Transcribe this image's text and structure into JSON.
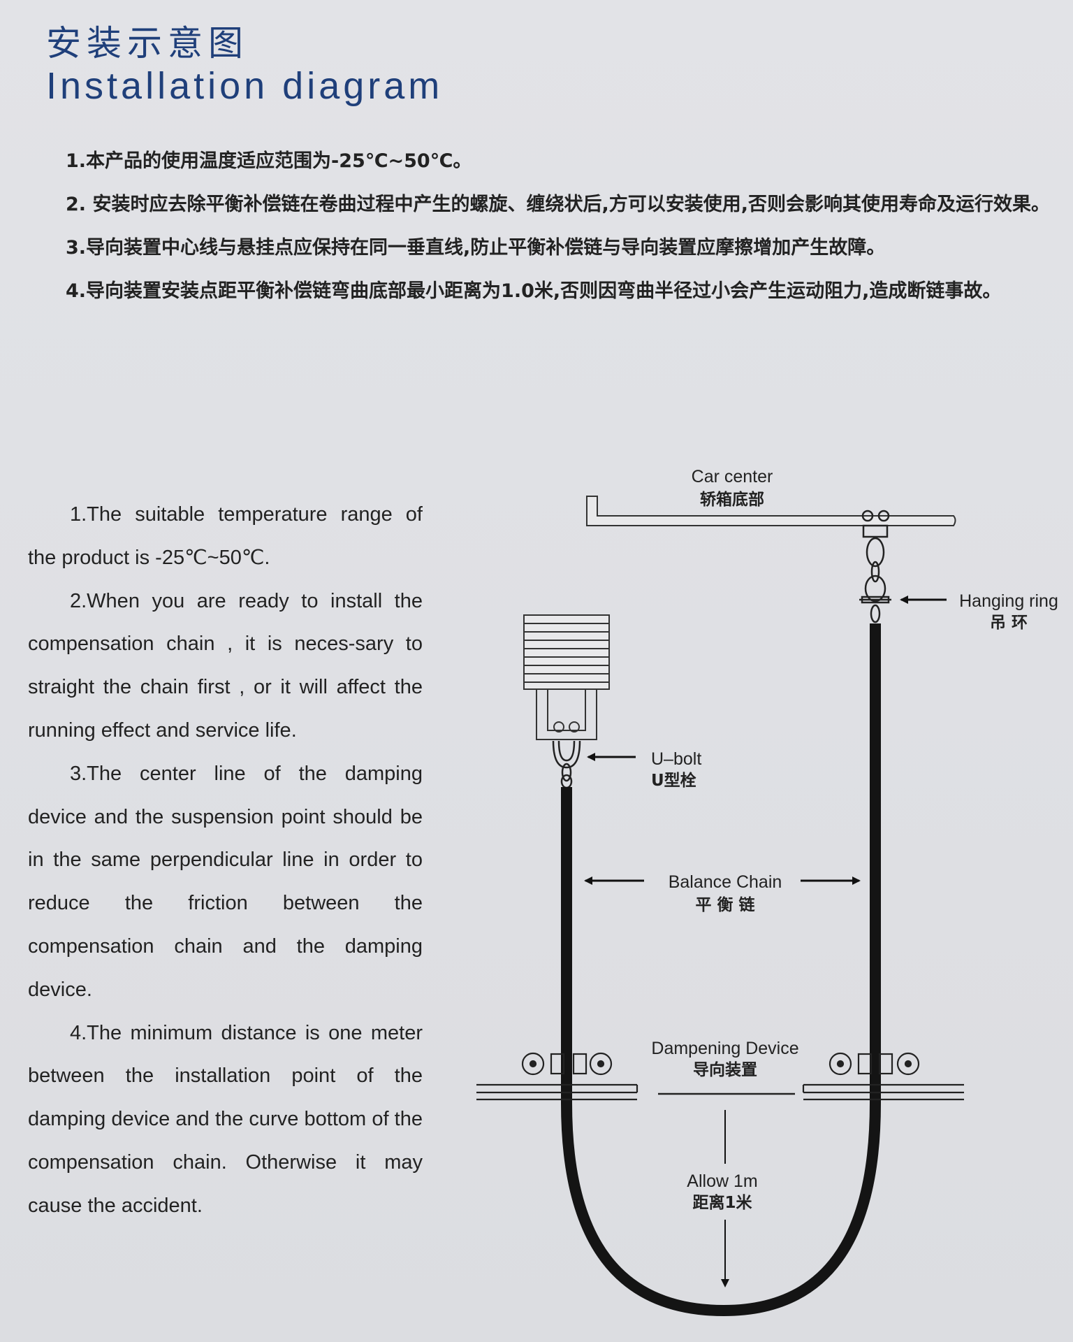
{
  "header": {
    "title_cn": "安装示意图",
    "title_en": "Installation diagram"
  },
  "notes_cn": [
    "1.本产品的使用温度适应范围为-25℃~50℃。",
    "2. 安装时应去除平衡补偿链在卷曲过程中产生的螺旋、缠绕状后,方可以安装使用,否则会影响其使用寿命及运行效果。",
    "3.导向装置中心线与悬挂点应保持在同一垂直线,防止平衡补偿链与导向装置应摩擦增加产生故障。",
    "4.导向装置安装点距平衡补偿链弯曲底部最小距离为1.0米,否则因弯曲半径过小会产生运动阻力,造成断链事故。"
  ],
  "notes_en": [
    "1.The suitable temperature range of the product is -25℃~50℃.",
    "2.When you are ready to install the compensation chain , it is neces-sary to straight the chain first , or it will affect the running effect and service life.",
    "3.The center line of the damping device and the suspension point should be in the same perpendicular line in order to reduce the friction between the compensation chain and the damping device.",
    "4.The minimum distance is one meter between the installation point of the damping device and the curve bottom of the compensation chain. Otherwise it may cause the accident."
  ],
  "diagram": {
    "car_center_en": "Car center",
    "car_center_cn": "轿箱底部",
    "hanging_ring_en": "Hanging ring",
    "hanging_ring_cn": "吊 环",
    "ubolt_en": "U–bolt",
    "ubolt_cn": "U型栓",
    "balance_chain_en": "Balance Chain",
    "balance_chain_cn": "平 衡 链",
    "dampening_en": "Dampening Device",
    "dampening_cn": "导向装置",
    "allow_en": "Allow 1m",
    "allow_cn": "距离1米"
  }
}
